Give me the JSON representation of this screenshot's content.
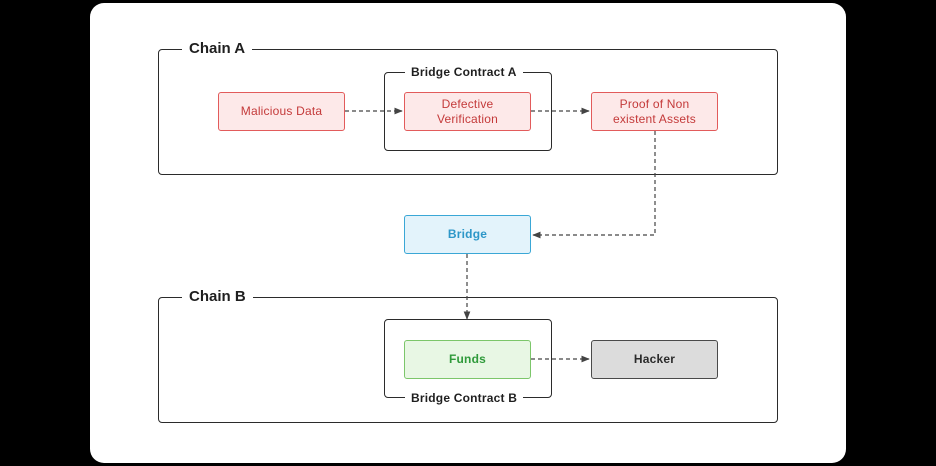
{
  "groups": {
    "chain_a": "Chain A",
    "chain_b": "Chain B",
    "bridge_contract_a": "Bridge Contract A",
    "bridge_contract_b": "Bridge Contract B"
  },
  "nodes": {
    "malicious_data": "Malicious Data",
    "defective_verification": "Defective Verification",
    "proof_assets": "Proof of Non existent Assets",
    "bridge": "Bridge",
    "funds": "Funds",
    "hacker": "Hacker"
  },
  "colors": {
    "red_fill": "#fde9e9",
    "red_stroke": "#e25b5b",
    "blue_fill": "#e3f3fb",
    "blue_stroke": "#3aa7d6",
    "green_fill": "#e8f7e4",
    "green_stroke": "#7cc66a",
    "gray_fill": "#dcdcdc",
    "arrow": "#444444"
  }
}
